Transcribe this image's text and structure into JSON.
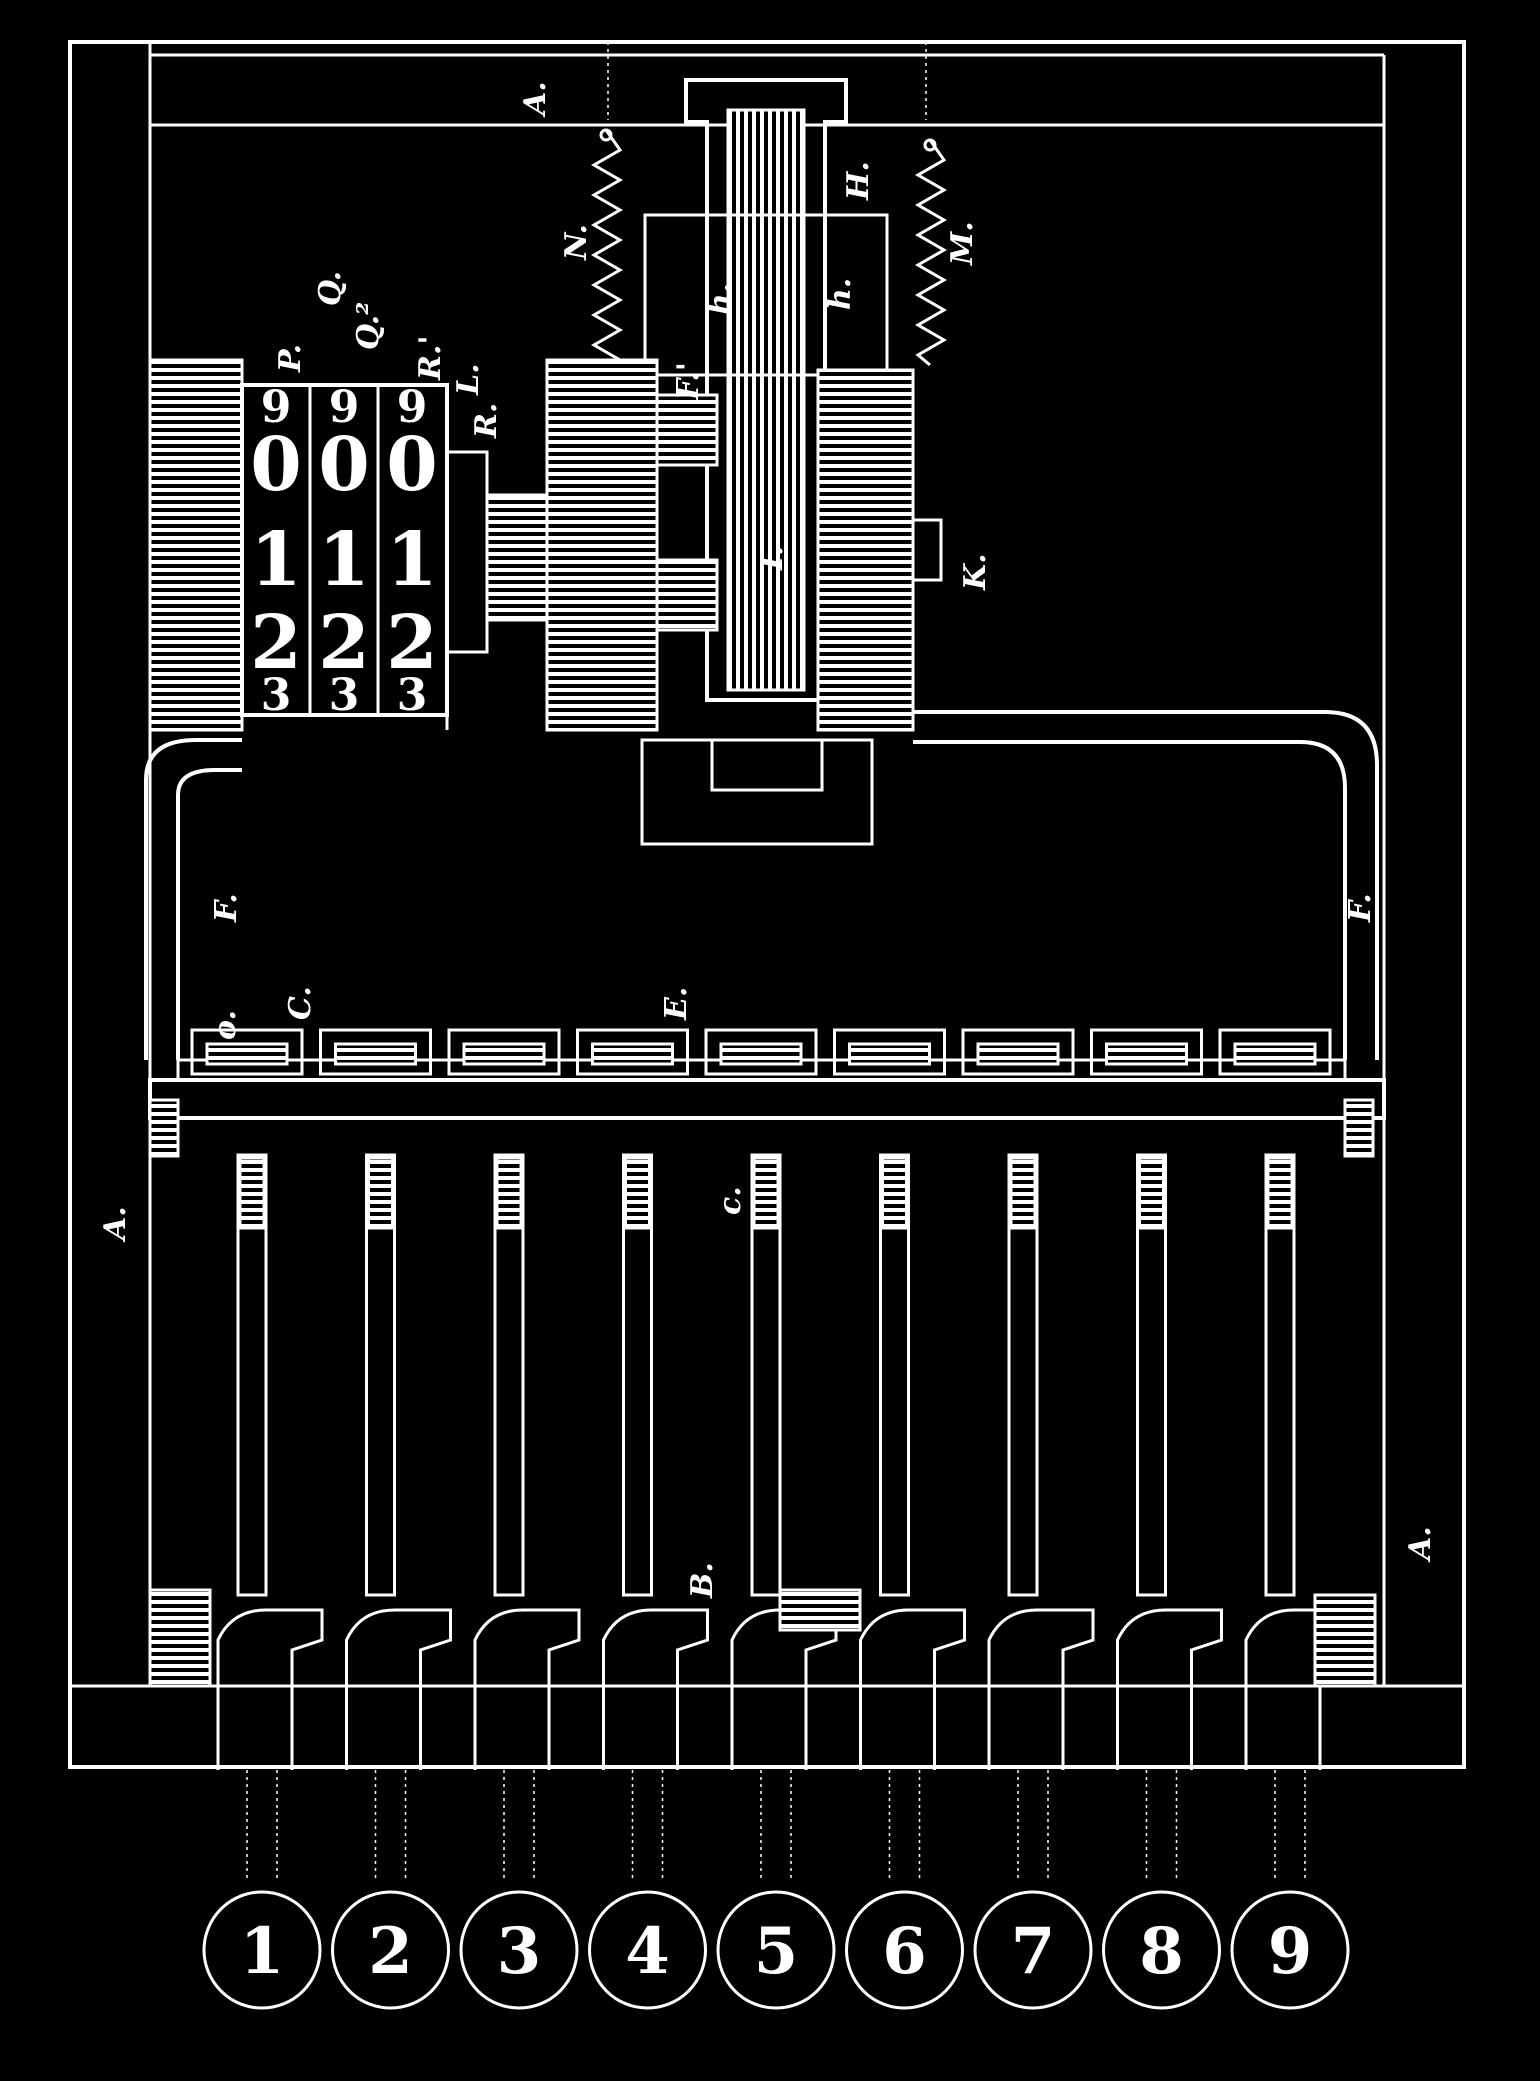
{
  "labels": {
    "frame_a_top": "A.",
    "frame_a_left": "A.",
    "frame_a_right": "A.",
    "spring_n": "N.",
    "spring_m": "M.",
    "rack_h_upper": "H.",
    "rack_h_lower": "h.",
    "pawl_f1": "F.'",
    "pawl_h": "h.",
    "wheel_i": "I.",
    "wheel_k": "K.",
    "counter_p": "P.",
    "counter_q": "Q.",
    "counter_q2": "Q.²",
    "counter_r1": "R.'",
    "counter_l": "L.",
    "counter_r": "R.",
    "bail_f_left": "F.",
    "bail_f_right": "F.",
    "shaft_e": "E.",
    "key_b": "B.",
    "stop_o": "o.",
    "cam_c_upper": "C.",
    "cam_c_lower": "c."
  },
  "counter_digits": {
    "row_9": [
      "9",
      "9",
      "9"
    ],
    "row_0": [
      "0",
      "0",
      "0"
    ],
    "row_1": [
      "1",
      "1",
      "1"
    ],
    "row_2": [
      "2",
      "2",
      "2"
    ],
    "row_3": [
      "3",
      "3",
      "3"
    ]
  },
  "keys": [
    "1",
    "2",
    "3",
    "4",
    "5",
    "6",
    "7",
    "8",
    "9"
  ]
}
